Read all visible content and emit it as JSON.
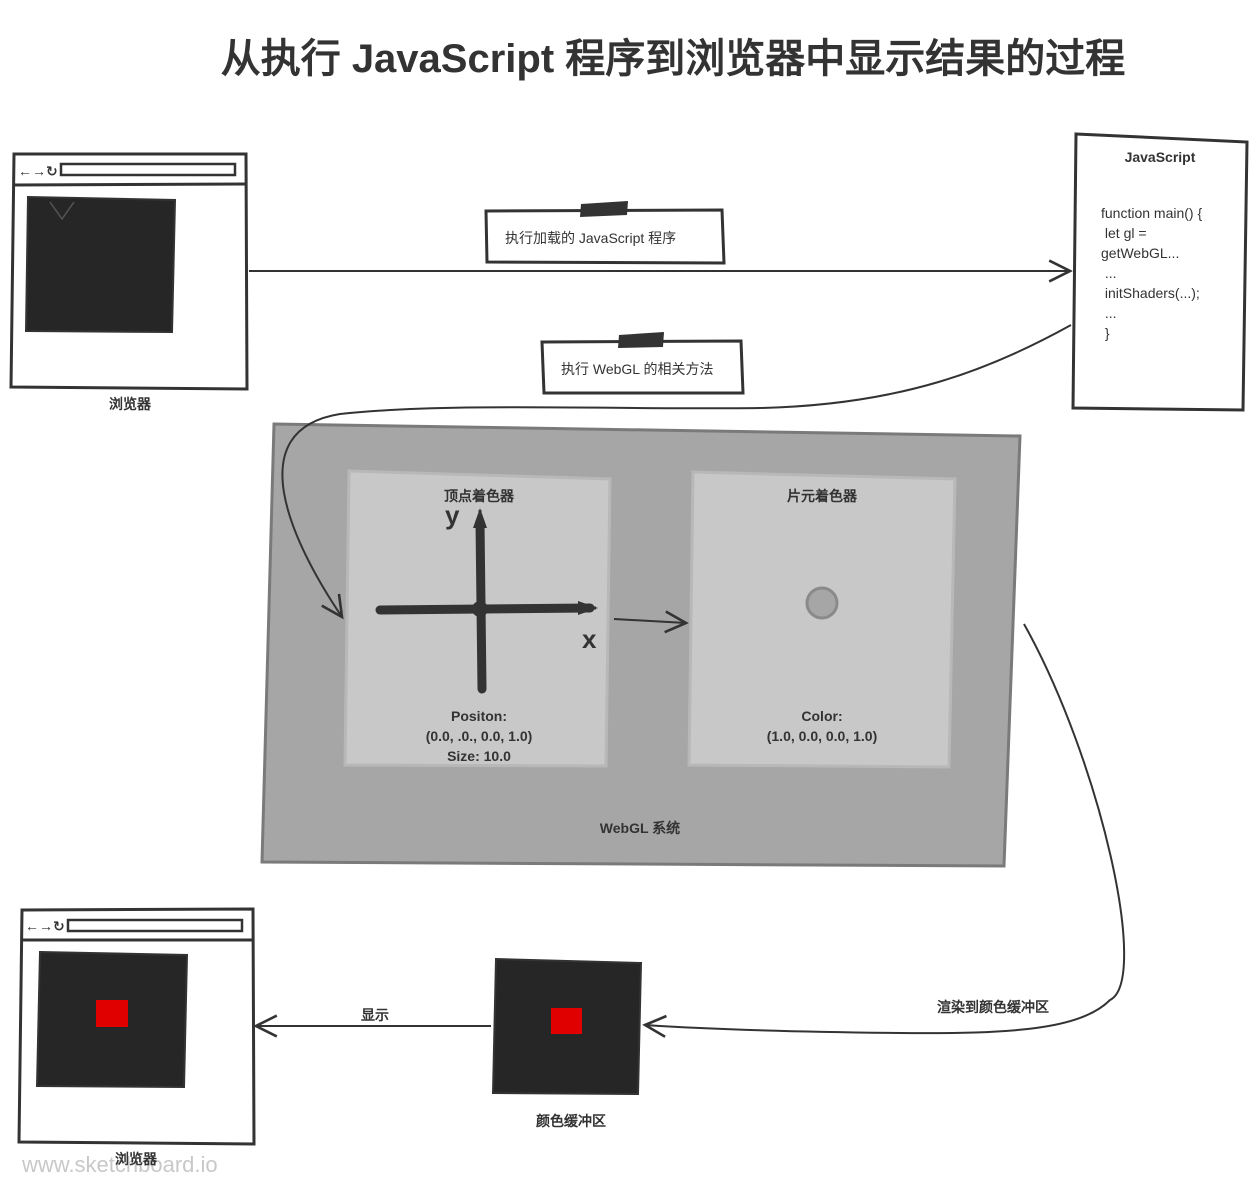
{
  "title": "从执行 JavaScript 程序到浏览器中显示结果的过程",
  "browser_top": {
    "label": "浏览器",
    "nav_icons": "←→↻"
  },
  "browser_bottom": {
    "label": "浏览器",
    "nav_icons": "←→↻"
  },
  "js_box": {
    "title": "JavaScript",
    "code_lines": [
      "function main() {",
      " let gl =",
      "getWebGL...",
      " ...",
      " initShaders(...);",
      " ...",
      " }"
    ]
  },
  "notes": {
    "execute_js": "执行加载的 JavaScript 程序",
    "execute_webgl": "执行 WebGL 的相关方法"
  },
  "webgl_system": {
    "label": "WebGL 系统",
    "vertex_shader": {
      "title": "顶点着色器",
      "axis_x": "x",
      "axis_y": "y",
      "info_lines": [
        "Positon:",
        "(0.0, .0., 0.0, 1.0)",
        "Size: 10.0"
      ]
    },
    "fragment_shader": {
      "title": "片元着色器",
      "info_lines": [
        "Color:",
        "(1.0, 0.0, 0.0, 1.0)"
      ]
    }
  },
  "render_label": "渲染到颜色缓冲区",
  "color_buffer_label": "颜色缓冲区",
  "display_label": "显示",
  "watermark": "www.sketchboard.io",
  "colors": {
    "ink": "#333333",
    "dark_fill": "#262626",
    "webgl_bg": "#a6a6a6",
    "panel_bg": "#c8c8c8",
    "red_point": "#e00000"
  }
}
